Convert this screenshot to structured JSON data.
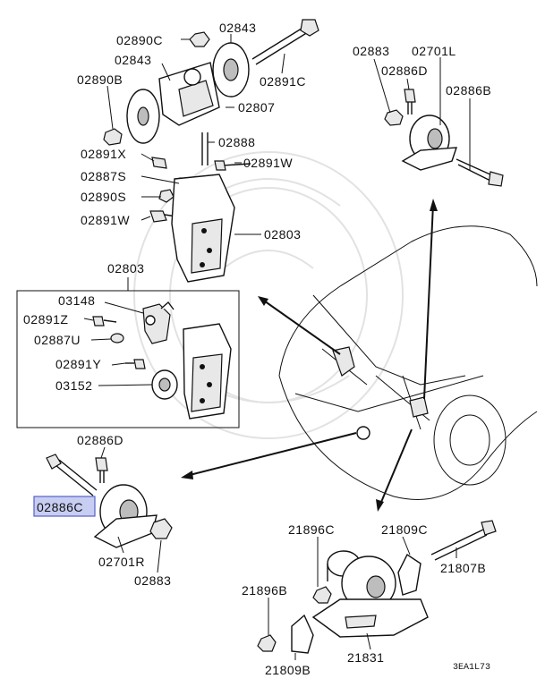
{
  "labels": {
    "p02890C": "02890C",
    "p02843_top": "02843",
    "p02843_left": "02843",
    "p02890B": "02890B",
    "p02891C": "02891C",
    "p02807": "02807",
    "p02888": "02888",
    "p02891X": "02891X",
    "p02891W_a": "02891W",
    "p02887S": "02887S",
    "p02890S": "02890S",
    "p02891W_b": "02891W",
    "p02803_a": "02803",
    "p02803_b": "02803",
    "p03148": "03148",
    "p02891Z": "02891Z",
    "p02887U": "02887U",
    "p02891Y": "02891Y",
    "p03152": "03152",
    "p02883_tr": "02883",
    "p02701L": "02701L",
    "p02886D_tr": "02886D",
    "p02886B": "02886B",
    "p02886D_l": "02886D",
    "p02886C": "02886C",
    "p02701R": "02701R",
    "p02883_l": "02883",
    "p21896C": "21896C",
    "p21809C": "21809C",
    "p21807B": "21807B",
    "p21896B": "21896B",
    "p21809B": "21809B",
    "p21831": "21831",
    "code": "3EA1L73"
  },
  "highlight_color": "#c8cdf2"
}
